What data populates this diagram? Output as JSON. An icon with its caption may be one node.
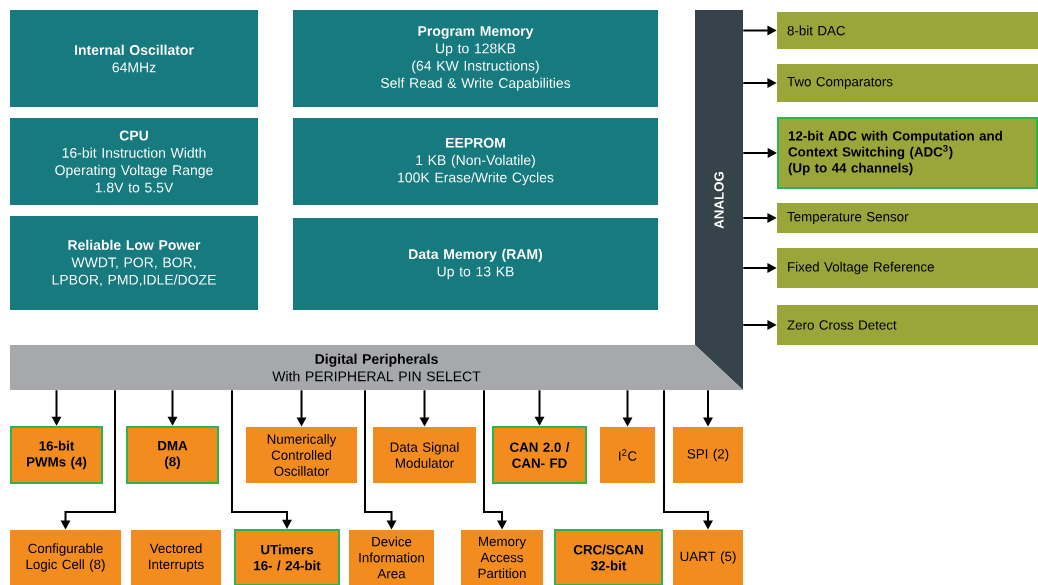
{
  "diagram": {
    "nodes": [
      {
        "text": [
          "Internal Oscillator",
          "64MHz"
        ]
      },
      {
        "text": [
          "Program Memory",
          "Up to 128KB",
          "(64 KW Instructions)",
          "Self Read & Write Capabilities"
        ]
      },
      {
        "text": [
          "CPU",
          "16-bit Instruction Width",
          "Operating Voltage Range",
          "1.8V to 5.5V"
        ]
      },
      {
        "text": [
          "EEPROM",
          "1 KB (Non-Volatile)",
          "100K Erase/Write Cycles"
        ]
      },
      {
        "text": [
          "Reliable Low Power",
          "WWDT, POR, BOR, LPBOR, PMD,IDLE/DOZE"
        ]
      },
      {
        "text": [
          "Data Memory (RAM)",
          "Up to 13 KB"
        ]
      },
      {
        "text": [
          "ANALOG"
        ]
      },
      {
        "text": [
          "8-bit DAC"
        ]
      },
      {
        "text": [
          "Two Comparators"
        ]
      },
      {
        "text": [
          "12-bit ADC with Computation and Context Switching (ADC$^{3}$)",
          "(Up to 44 channels)"
        ]
      },
      {
        "text": [
          "Temperature Sensor"
        ]
      },
      {
        "text": [
          "Fixed Voltage Reference"
        ]
      },
      {
        "text": [
          "Zero Cross Detect"
        ]
      },
      {
        "text": [
          "Digital Peripherals",
          "With PERIPHERAL PIN SELECT"
        ]
      },
      {
        "text": [
          "16-bit PWMs (4)"
        ]
      },
      {
        "text": [
          "DMA (8)"
        ]
      },
      {
        "text": [
          "Numerically Controlled Oscillator"
        ]
      },
      {
        "text": [
          "Data Signal Modulator"
        ]
      },
      {
        "text": [
          "CAN 2.0 / CAN- FD"
        ]
      },
      {
        "text": [
          "I$^{2}$C"
        ]
      },
      {
        "text": [
          "SPI (2)"
        ]
      },
      {
        "text": [
          "Configurable Logic Cell (8)"
        ]
      },
      {
        "text": [
          "Vectored Interrupts"
        ]
      },
      {
        "text": [
          "UTimers 16- / 24-bit"
        ]
      },
      {
        "text": [
          "Device Information Area"
        ]
      },
      {
        "text": [
          "Memory Access Partition"
        ]
      },
      {
        "text": [
          "CRC/SCAN 32-bit"
        ]
      },
      {
        "text": [
          "UART (5)"
        ]
      }
    ],
    "edges": [
      {
        "from": 6,
        "to": 7,
        "arrow": "to"
      },
      {
        "from": 6,
        "to": 8,
        "arrow": "to"
      },
      {
        "from": 6,
        "to": 9,
        "arrow": "to"
      },
      {
        "from": 6,
        "to": 10,
        "arrow": "to"
      },
      {
        "from": 6,
        "to": 11,
        "arrow": "to"
      },
      {
        "from": 6,
        "to": 12,
        "arrow": "to"
      },
      {
        "from": 13,
        "to": 14,
        "arrow": "to"
      },
      {
        "from": 13,
        "to": 15,
        "arrow": "to"
      },
      {
        "from": 13,
        "to": 16,
        "arrow": "to"
      },
      {
        "from": 13,
        "to": 17,
        "arrow": "to"
      },
      {
        "from": 13,
        "to": 18,
        "arrow": "to"
      },
      {
        "from": 13,
        "to": 19,
        "arrow": "to"
      },
      {
        "from": 13,
        "to": 20,
        "arrow": "to"
      },
      {
        "from": 13,
        "to": 21,
        "arrow": "to"
      },
      {
        "from": 13,
        "to": 23,
        "arrow": "to"
      },
      {
        "from": 13,
        "to": 24,
        "arrow": "to"
      },
      {
        "from": 13,
        "to": 25,
        "arrow": "to"
      },
      {
        "from": 13,
        "to": 27,
        "arrow": "to"
      }
    ]
  }
}
